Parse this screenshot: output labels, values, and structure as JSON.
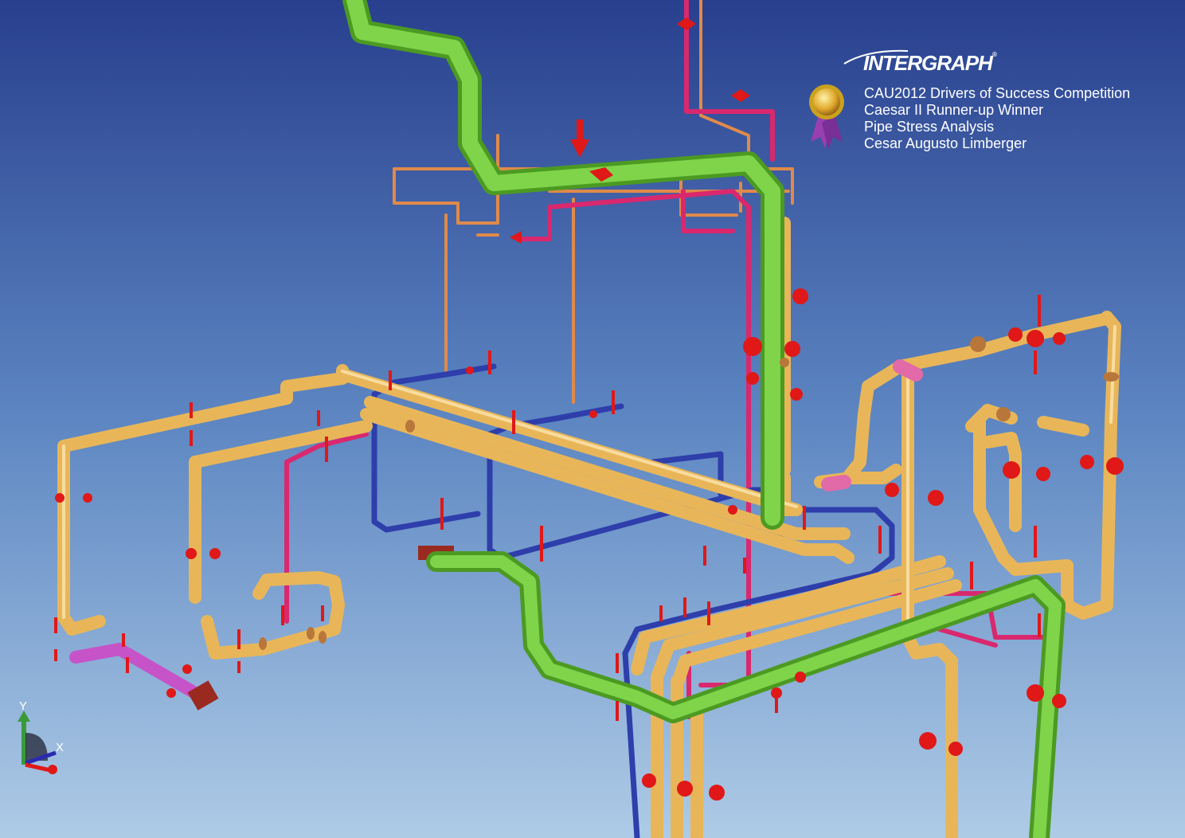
{
  "logo": {
    "name": "INTERGRAPH",
    "mark": "®"
  },
  "award": {
    "lines": [
      "CAU2012 Drivers of Success Competition",
      "Caesar II Runner-up Winner",
      "Pipe Stress Analysis",
      "Cesar Augusto Limberger"
    ]
  },
  "axis": {
    "y_label": "Y",
    "x_label": "X"
  },
  "colors": {
    "background_top": "#2a4591",
    "background_bottom": "#a9c6e4",
    "pipe_yellow": "#e8b659",
    "pipe_green": "#6cc43a",
    "pipe_blue": "#2e3eaa",
    "pipe_magenta": "#d9286e",
    "pipe_orange": "#e08a4a",
    "restraint_red": "#e01818"
  },
  "icons": {
    "medal": "medal-icon",
    "logo": "intergraph-logo-icon",
    "axis": "axis-triad-icon"
  }
}
